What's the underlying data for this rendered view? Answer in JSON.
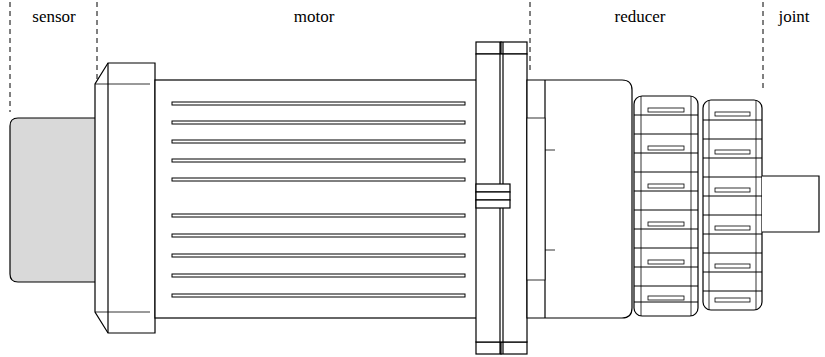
{
  "diagram": {
    "labels": [
      "sensor",
      "motor",
      "reducer",
      "joint"
    ]
  }
}
